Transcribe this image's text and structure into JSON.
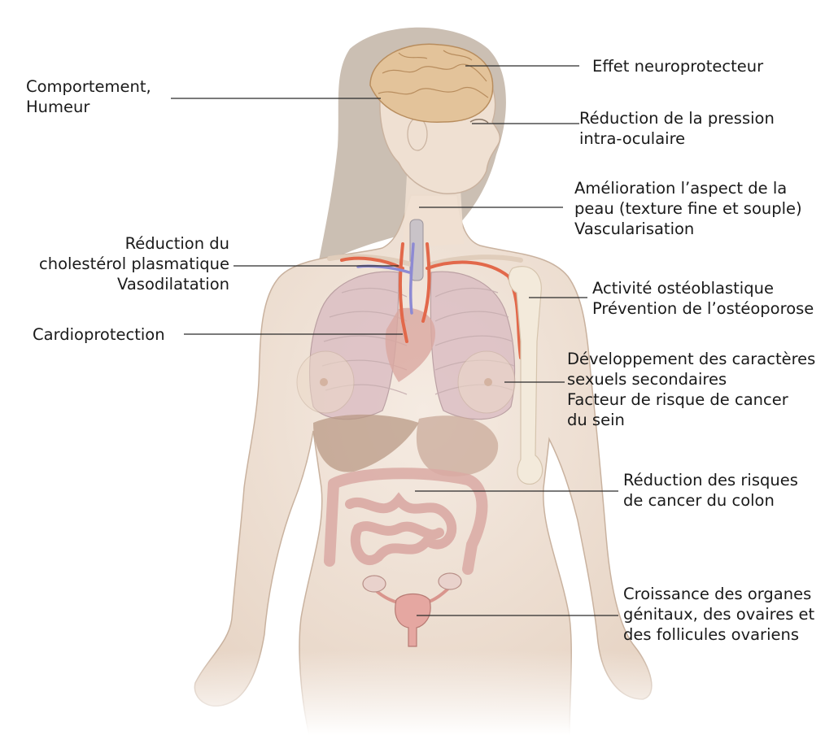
{
  "labels": {
    "comportement": {
      "line1": "Comportement,",
      "line2": "Humeur"
    },
    "neuro": {
      "line1": "Effet neuroprotecteur"
    },
    "pression": {
      "line1": "Réduction de la pression",
      "line2": "intra-oculaire"
    },
    "peau": {
      "line1": "Amélioration l’aspect de la",
      "line2": "peau (texture fine et souple)",
      "line3": "Vascularisation"
    },
    "cholesterol": {
      "line1": "Réduction du",
      "line2": "cholestérol plasmatique",
      "line3": "Vasodilatation"
    },
    "osteo": {
      "line1": "Activité ostéoblastique",
      "line2": "Prévention de l’ostéoporose"
    },
    "cardio": {
      "line1": "Cardioprotection"
    },
    "caracteres": {
      "line1": "Développement des caractères",
      "line2": "sexuels secondaires",
      "line3": "Facteur de risque de cancer",
      "line4": "du sein"
    },
    "colon": {
      "line1": "Réduction des risques",
      "line2": "de cancer du colon"
    },
    "genitaux": {
      "line1": "Croissance des organes",
      "line2": "génitaux, des ovaires et",
      "line3": "des follicules ovariens"
    }
  },
  "colors": {
    "skin": "#efe0d2",
    "skin_edge": "#c9b29f",
    "hair": "#b9aa99",
    "brain": "#e3c39a",
    "lung": "#dcbfc4",
    "artery": "#e2684a",
    "vein": "#8d8ad3",
    "bone": "#f3eadb",
    "intestine": "#d9a9a3",
    "liver": "#b99a85"
  }
}
